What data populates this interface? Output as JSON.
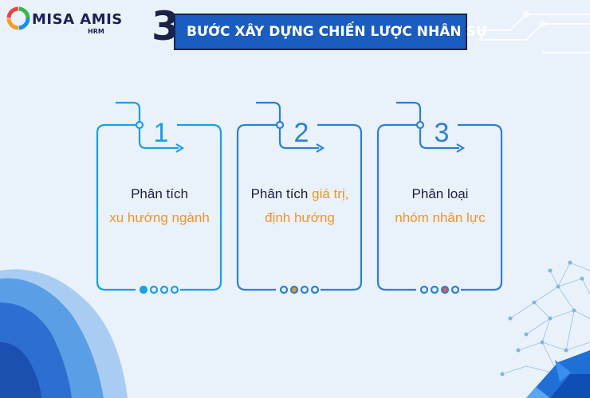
{
  "logo": {
    "name": "MISA AMIS",
    "sub": "HRM"
  },
  "header": {
    "number": "3",
    "title": "BƯỚC XÂY DỰNG CHIẾN LƯỢC NHÂN SỰ"
  },
  "cards": [
    {
      "number": "1",
      "line1": "Phân tích",
      "line2_orange": "xu hướng ngành"
    },
    {
      "number": "2",
      "line1_dark": "Phân tích ",
      "line1_orange": "giá trị,",
      "line2_orange": "định hướng"
    },
    {
      "number": "3",
      "line1": "Phân loại",
      "line2_orange": "nhóm nhân lực"
    }
  ],
  "colors": {
    "background": "#e9f1fb",
    "title_bar": "#1b5cbf",
    "card_1_stroke": "#1aa0e4",
    "card_2_stroke": "#2c80d4",
    "card_3_stroke": "#2c80d4",
    "accent_orange": "#ef9529",
    "dark_text": "#1c1f3d"
  }
}
